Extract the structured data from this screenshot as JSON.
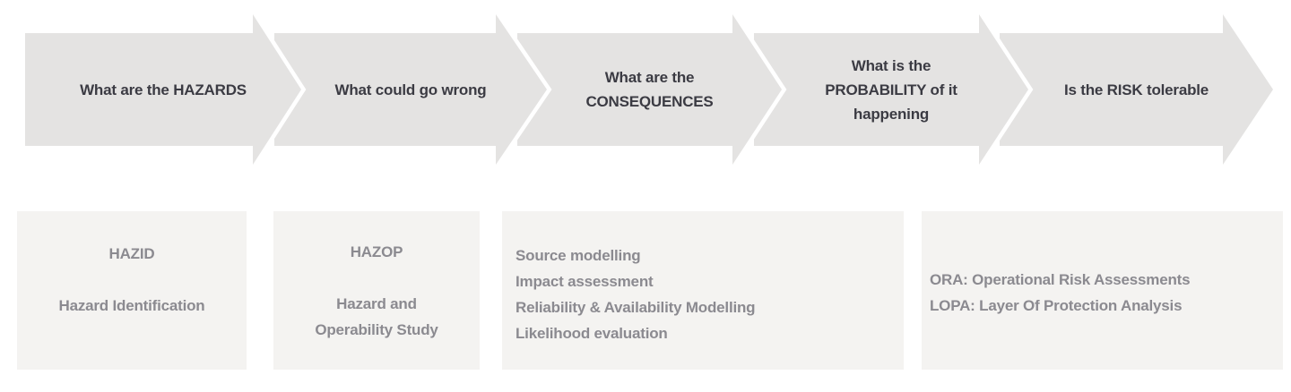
{
  "colors": {
    "arrow_fill": "#e4e3e2",
    "box_fill": "#f4f3f1",
    "arrow_text": "#3b3b43",
    "box_text": "#8b8a90"
  },
  "flow": {
    "steps": [
      {
        "label": "What are the HAZARDS"
      },
      {
        "label": "What could go wrong"
      },
      {
        "label": "What are the\nCONSEQUENCES"
      },
      {
        "label": "What is the\nPROBABILITY of it\nhappening"
      },
      {
        "label": "Is the RISK tolerable"
      }
    ]
  },
  "boxes": [
    {
      "title": "HAZID",
      "body": "Hazard Identification"
    },
    {
      "title": "HAZOP",
      "body": "Hazard and\nOperability Study"
    },
    {
      "lines": [
        "Source modelling",
        "Impact assessment",
        "Reliability & Availability Modelling",
        "Likelihood evaluation"
      ]
    },
    {
      "lines": [
        "ORA: Operational Risk Assessments",
        "LOPA: Layer Of Protection Analysis"
      ]
    }
  ]
}
